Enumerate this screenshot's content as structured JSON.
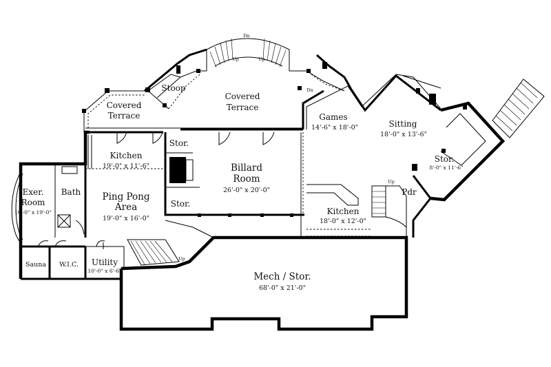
{
  "rooms": {
    "covered_terrace_top": {
      "name_line1": "Covered",
      "name_line2": "Terrace"
    },
    "covered_terrace_left": {
      "name_line1": "Covered",
      "name_line2": "Terrace"
    },
    "stoop": {
      "name": "Stoop"
    },
    "games": {
      "name": "Games",
      "dims": "14'-6\" x 18'-0\""
    },
    "sitting": {
      "name": "Sitting",
      "dims": "18'-0\" x 13'-6\""
    },
    "stor_right": {
      "name": "Stor.",
      "dims": "8'-0\" x 11'-6\""
    },
    "kitchen_left": {
      "name": "Kitchen",
      "dims": "19'-0\" x 11'-6\""
    },
    "stor_upper": {
      "name": "Stor."
    },
    "stor_lower": {
      "name": "Stor."
    },
    "billard": {
      "name_line1": "Billard",
      "name_line2": "Room",
      "dims": "26'-0\" x 20'-0\""
    },
    "exer": {
      "name_line1": "Exer.",
      "name_line2": "Room",
      "dims": "10'-0\" x 19'-0\""
    },
    "bath": {
      "name": "Bath"
    },
    "ping_pong": {
      "name_line1": "Ping Pong",
      "name_line2": "Area",
      "dims": "19'-0\" x 16'-0\""
    },
    "kitchen_right": {
      "name": "Kitchen",
      "dims": "18'-0\" x 12'-0\""
    },
    "pdr": {
      "name": "Pdr"
    },
    "sauna": {
      "name": "Sauna"
    },
    "wic": {
      "name": "W.I.C."
    },
    "utility": {
      "name": "Utility",
      "dims": "10'-0\" x 6'-6\""
    },
    "mech": {
      "name": "Mech / Stor.",
      "dims": "68'-0\" x 21'-0\""
    }
  },
  "annotations": {
    "dn_top": "Dn",
    "up_left": "Up",
    "up_right": "Up",
    "dn_right": "Dn",
    "up_stair_mid": "Up",
    "up_stair_right": "Up"
  }
}
